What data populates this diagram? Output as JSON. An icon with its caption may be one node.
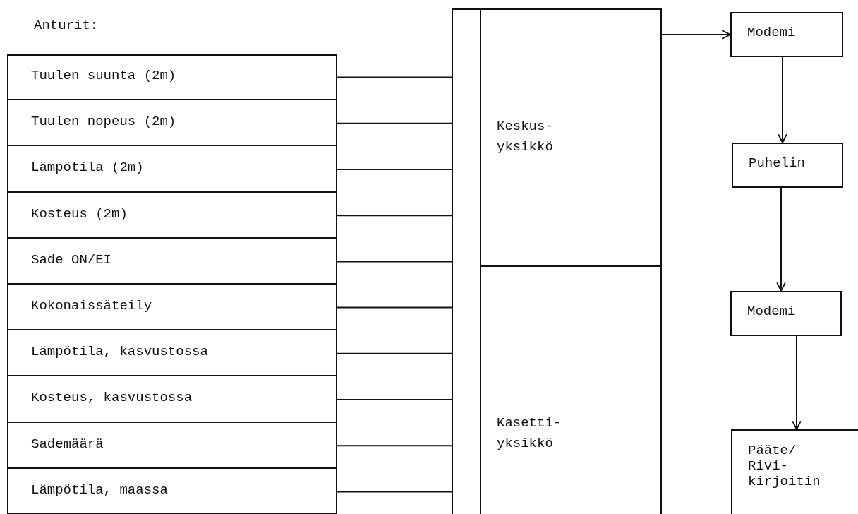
{
  "diagram": {
    "nodes": [
      {
        "text": [
          "Anturit:"
        ]
      },
      {
        "text": [
          "Tuulen suunta (2m)"
        ],
        "in": 0
      },
      {
        "text": [
          "Tuulen nopeus (2m)"
        ],
        "in": 0
      },
      {
        "text": [
          "Lämpötila (2m)"
        ],
        "in": 0
      },
      {
        "text": [
          "Kosteus (2m)"
        ],
        "in": 0
      },
      {
        "text": [
          "Sade ON/EI"
        ],
        "in": 0
      },
      {
        "text": [
          "Kokonaissäteily"
        ],
        "in": 0
      },
      {
        "text": [
          "Lämpötila, kasvustossa"
        ],
        "in": 0
      },
      {
        "text": [
          "Kosteus, kasvustossa"
        ],
        "in": 0
      },
      {
        "text": [
          "Sademäärä"
        ],
        "in": 0
      },
      {
        "text": [
          "Lämpötila, maassa"
        ],
        "in": 0
      },
      {
        "text": [],
        "shape": "box"
      },
      {
        "text": [
          "Keskus- yksikkö"
        ],
        "in": 11
      },
      {
        "text": [
          "Kasetti- yksikkö"
        ],
        "in": 11
      },
      {
        "text": [
          "Modemi"
        ]
      },
      {
        "text": [
          "Puhelin"
        ]
      },
      {
        "text": [
          "Modemi"
        ]
      },
      {
        "text": [
          "Pääte/ Rivi- kirjoitin"
        ]
      }
    ],
    "edges": [
      {
        "from": 1,
        "to": 11,
        "arrow": "none"
      },
      {
        "from": 2,
        "to": 11,
        "arrow": "none"
      },
      {
        "from": 3,
        "to": 11,
        "arrow": "none"
      },
      {
        "from": 4,
        "to": 11,
        "arrow": "none"
      },
      {
        "from": 5,
        "to": 11,
        "arrow": "none"
      },
      {
        "from": 6,
        "to": 11,
        "arrow": "none"
      },
      {
        "from": 7,
        "to": 11,
        "arrow": "none"
      },
      {
        "from": 8,
        "to": 11,
        "arrow": "none"
      },
      {
        "from": 9,
        "to": 11,
        "arrow": "none"
      },
      {
        "from": 10,
        "to": 11,
        "arrow": "none"
      },
      {
        "from": 12,
        "to": 14,
        "arrow": "to"
      },
      {
        "from": 14,
        "to": 15,
        "arrow": "to"
      },
      {
        "from": 15,
        "to": 16,
        "arrow": "to"
      },
      {
        "from": 16,
        "to": 17,
        "arrow": "to"
      }
    ]
  }
}
